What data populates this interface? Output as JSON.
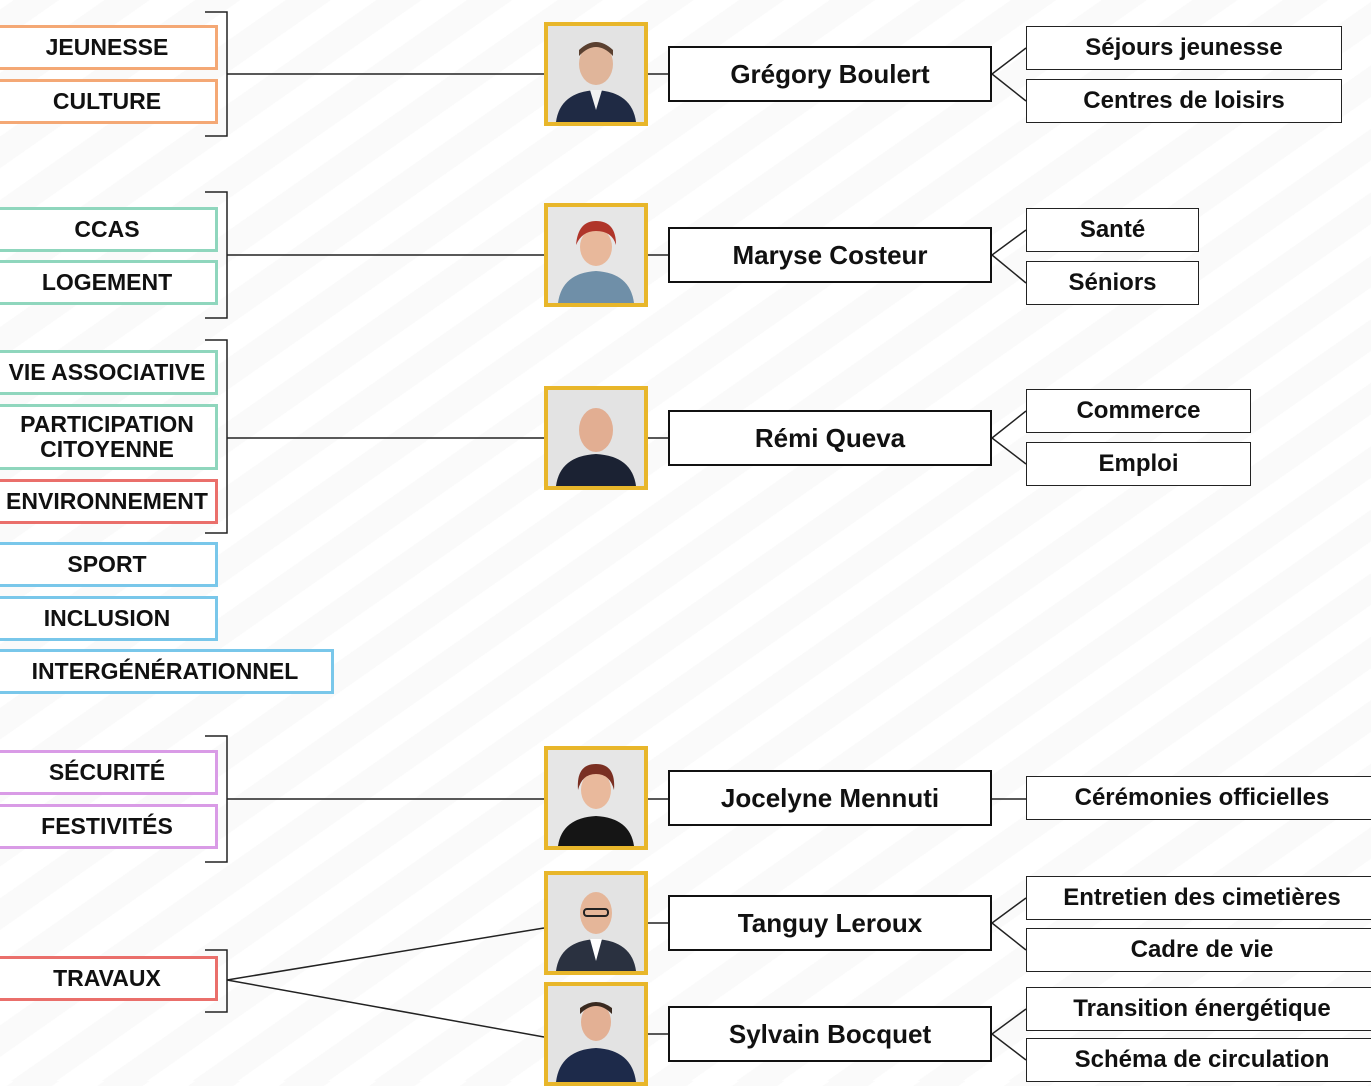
{
  "colors": {
    "orange": "#f4a875",
    "green": "#8fd6bd",
    "blue": "#79c7ea",
    "red": "#ea6f6b",
    "purple": "#d99be6",
    "gold": "#e8b62a",
    "ink": "#111111"
  },
  "themes": {
    "jeunesse": "JEUNESSE",
    "culture": "CULTURE",
    "ccas": "CCAS",
    "logement": "LOGEMENT",
    "vie_associative": "VIE ASSOCIATIVE",
    "participation_1": "PARTICIPATION",
    "participation_2": "CITOYENNE",
    "environnement": "ENVIRONNEMENT",
    "sport": "SPORT",
    "inclusion": "INCLUSION",
    "intergenerationnel": "INTERGÉNÉRATIONNEL",
    "securite": "SÉCURITÉ",
    "festivites": "FESTIVITÉS",
    "travaux": "TRAVAUX"
  },
  "people": {
    "gregory": "Grégory Boulert",
    "maryse": "Maryse Costeur",
    "remi": "Rémi Queva",
    "jocelyne": "Jocelyne Mennuti",
    "tanguy": "Tanguy Leroux",
    "sylvain": "Sylvain Bocquet"
  },
  "delegations": {
    "sejours_jeunesse": "Séjours jeunesse",
    "centres_loisirs": "Centres de loisirs",
    "sante": "Santé",
    "seniors": "Séniors",
    "commerce": "Commerce",
    "emploi": "Emploi",
    "ceremonies": "Cérémonies officielles",
    "cimetieres": "Entretien des cimetières",
    "cadre_vie": "Cadre de vie",
    "transition": "Transition énergétique",
    "circulation": "Schéma de circulation"
  }
}
